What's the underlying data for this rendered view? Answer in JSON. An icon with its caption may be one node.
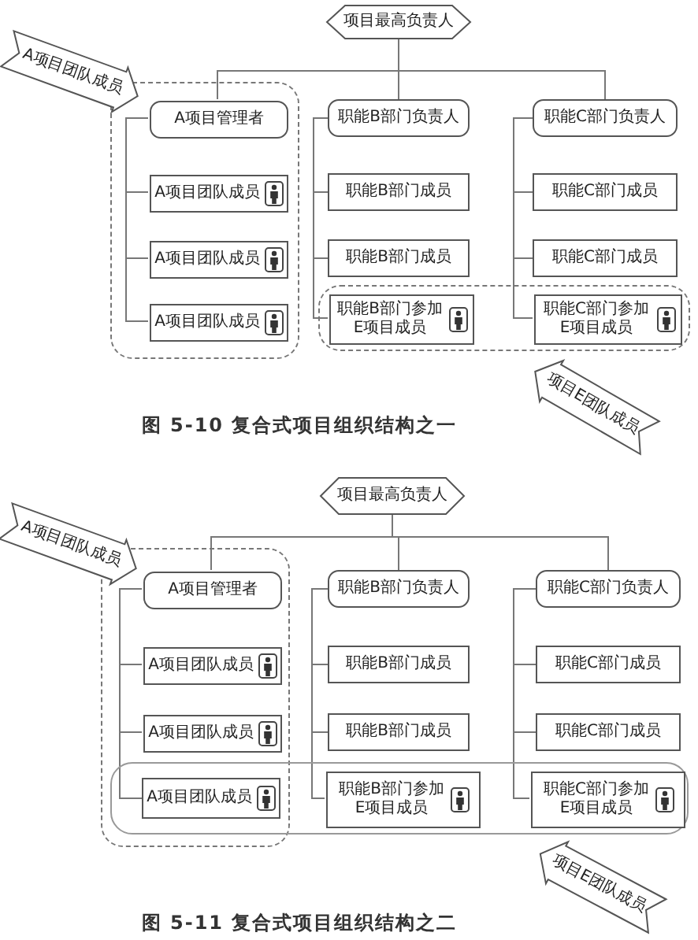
{
  "diagram": {
    "nodes": [
      {
        "text": [
          "项目最高负责人"
        ]
      },
      {
        "text": [],
        "shape": "box"
      },
      {
        "text": [
          "A项目管理者"
        ],
        "in": 1
      },
      {
        "text": [
          "A项目团队成员"
        ],
        "in": 1
      },
      {
        "text": [
          "A项目团队成员"
        ],
        "in": 1
      },
      {
        "text": [
          "A项目团队成员"
        ],
        "in": 1
      },
      {
        "text": [
          "职能B部门负责人"
        ]
      },
      {
        "text": [
          "职能B部门成员"
        ]
      },
      {
        "text": [
          "职能B部门成员"
        ]
      },
      {
        "text": [],
        "shape": "box"
      },
      {
        "text": [
          "职能B部门参加E项目成员"
        ],
        "in": 9
      },
      {
        "text": [
          "职能C部门负责人"
        ]
      },
      {
        "text": [
          "职能C部门成员"
        ]
      },
      {
        "text": [
          "职能C部门成员"
        ]
      },
      {
        "text": [
          "职能C部门参加E项目成员"
        ],
        "in": 9
      },
      {
        "text": [
          "A项目团队成员"
        ]
      },
      {
        "text": [
          "项目E团队成员"
        ]
      },
      {
        "text": [
          "项目最高负责人"
        ]
      },
      {
        "text": [],
        "shape": "box"
      },
      {
        "text": [
          "A项目管理者"
        ],
        "in": 18
      },
      {
        "text": [
          "A项目团队成员"
        ],
        "in": 18
      },
      {
        "text": [
          "A项目团队成员"
        ],
        "in": 18
      },
      {
        "text": [],
        "shape": "box"
      },
      {
        "text": [
          "A项目团队成员"
        ]
      },
      {
        "text": [
          "职能B部门负责人"
        ]
      },
      {
        "text": [
          "职能B部门成员"
        ]
      },
      {
        "text": [
          "职能B部门成员"
        ]
      },
      {
        "text": [
          "职能B部门参加E项目成员"
        ],
        "in": 22
      },
      {
        "text": [
          "职能C部门负责人"
        ]
      },
      {
        "text": [
          "职能C部门成员"
        ]
      },
      {
        "text": [
          "职能C部门成员"
        ]
      },
      {
        "text": [
          "职能C部门参加E项目成员"
        ],
        "in": 22
      },
      {
        "text": [
          "A项目团队成员"
        ]
      },
      {
        "text": [
          "项目E团队成员"
        ]
      }
    ],
    "edges": [
      {
        "from": 0,
        "to": 2,
        "arrow": "none"
      },
      {
        "from": 0,
        "to": 6,
        "arrow": "none"
      },
      {
        "from": 0,
        "to": 11,
        "arrow": "none"
      },
      {
        "from": 2,
        "to": 3,
        "arrow": "none"
      },
      {
        "from": 2,
        "to": 4,
        "arrow": "none"
      },
      {
        "from": 2,
        "to": 5,
        "arrow": "none"
      },
      {
        "from": 6,
        "to": 7,
        "arrow": "none"
      },
      {
        "from": 6,
        "to": 8,
        "arrow": "none"
      },
      {
        "from": 6,
        "to": 10,
        "arrow": "none"
      },
      {
        "from": 11,
        "to": 12,
        "arrow": "none"
      },
      {
        "from": 11,
        "to": 13,
        "arrow": "none"
      },
      {
        "from": 11,
        "to": 14,
        "arrow": "none"
      },
      {
        "from": 17,
        "to": 19,
        "arrow": "none"
      },
      {
        "from": 17,
        "to": 24,
        "arrow": "none"
      },
      {
        "from": 17,
        "to": 28,
        "arrow": "none"
      },
      {
        "from": 19,
        "to": 20,
        "arrow": "none"
      },
      {
        "from": 19,
        "to": 21,
        "arrow": "none"
      },
      {
        "from": 19,
        "to": 23,
        "arrow": "none"
      },
      {
        "from": 24,
        "to": 25,
        "arrow": "none"
      },
      {
        "from": 24,
        "to": 26,
        "arrow": "none"
      },
      {
        "from": 24,
        "to": 27,
        "arrow": "none"
      },
      {
        "from": 28,
        "to": 29,
        "arrow": "none"
      },
      {
        "from": 28,
        "to": 30,
        "arrow": "none"
      },
      {
        "from": 28,
        "to": 31,
        "arrow": "none"
      }
    ],
    "labels": [
      "图 5-10 复合式项目组织结构之一",
      "图 5-11 复合式项目组织结构之二"
    ]
  }
}
